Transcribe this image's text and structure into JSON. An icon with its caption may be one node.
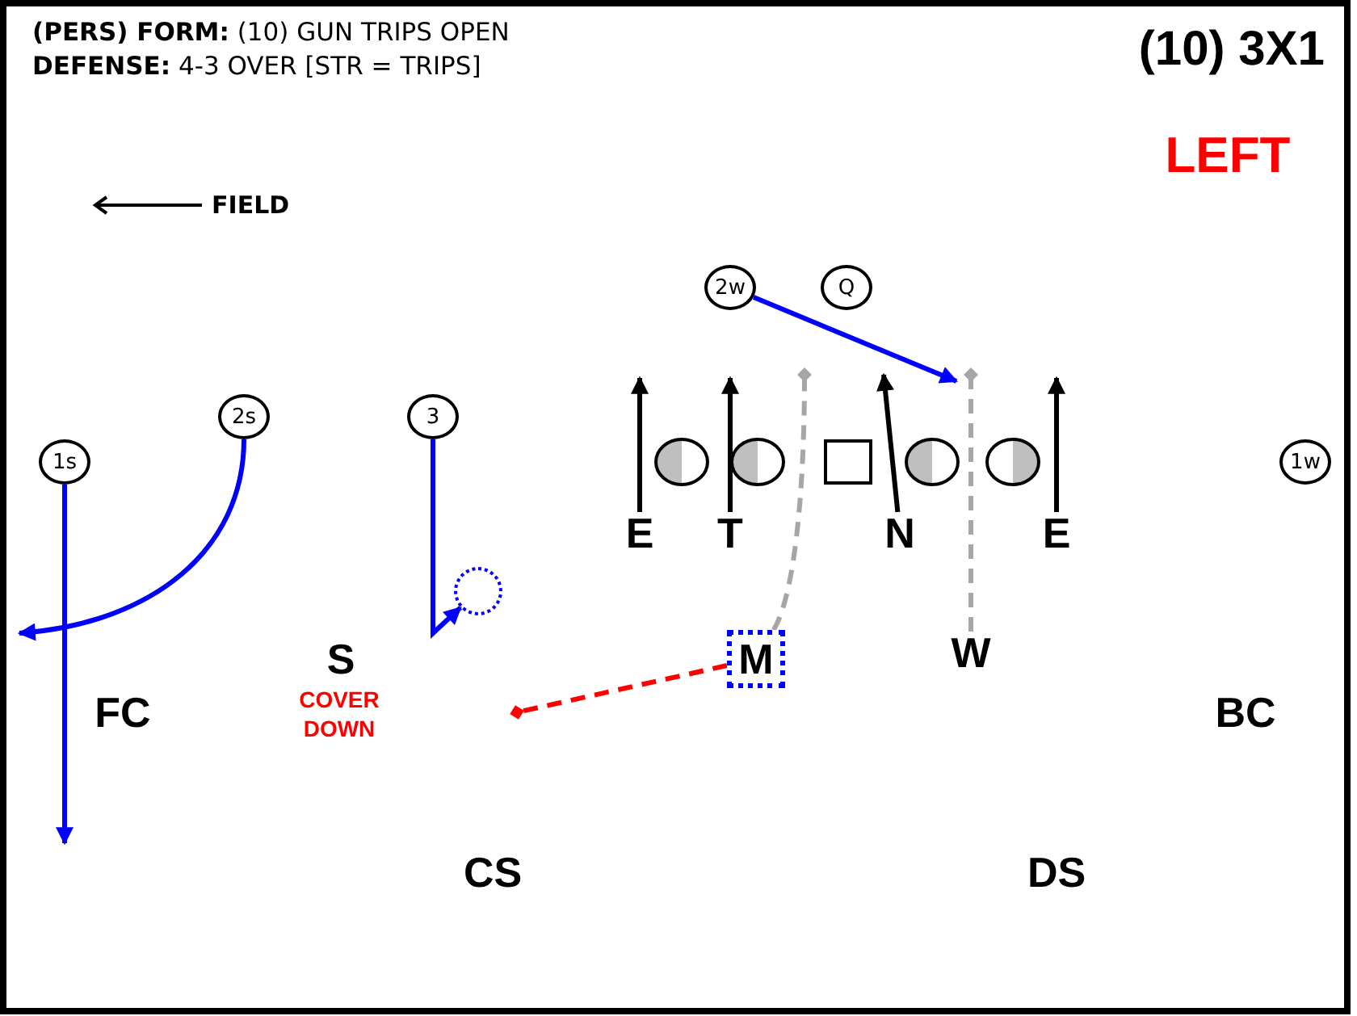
{
  "diagram": {
    "title": "(10) 3X1",
    "nodes": [
      {
        "text": [
          "2w"
        ]
      },
      {
        "text": [
          "Q"
        ]
      },
      {
        "text": [
          "2s"
        ]
      },
      {
        "text": [
          "3"
        ]
      },
      {
        "text": [
          "1s"
        ]
      },
      {
        "text": [],
        "shape": "circle"
      },
      {
        "text": [],
        "shape": "circle"
      },
      {
        "text": [],
        "shape": "box"
      },
      {
        "text": [],
        "shape": "circle"
      },
      {
        "text": [],
        "shape": "circle"
      },
      {
        "text": [
          "1w"
        ]
      },
      {
        "text": [
          "E"
        ]
      },
      {
        "text": [
          "T"
        ]
      },
      {
        "text": [
          "N"
        ]
      },
      {
        "text": [
          "E"
        ]
      },
      {
        "text": [],
        "shape": "circle"
      },
      {
        "text": [
          "M"
        ]
      },
      {
        "text": [
          "W"
        ]
      }
    ],
    "edges": [
      {
        "from": 0,
        "to": null,
        "arrow": "to",
        "color": "#0000ff"
      },
      {
        "from": 2,
        "to": null,
        "arrow": "to",
        "color": "#0000ff"
      },
      {
        "from": 3,
        "to": 15,
        "arrow": "to",
        "color": "#0000ff"
      },
      {
        "from": 4,
        "to": null,
        "arrow": "to",
        "color": "#0000ff"
      },
      {
        "from": 11,
        "to": null,
        "arrow": "to",
        "color": "#000000"
      },
      {
        "from": 12,
        "to": null,
        "arrow": "to",
        "color": "#000000"
      },
      {
        "from": 13,
        "to": null,
        "arrow": "to",
        "color": "#000000"
      },
      {
        "from": 14,
        "to": null,
        "arrow": "to",
        "color": "#000000"
      },
      {
        "from": 16,
        "to": null,
        "arrow": "other",
        "style": "dashed",
        "color": "#a6a6a6"
      },
      {
        "from": 17,
        "to": null,
        "arrow": "other",
        "style": "dashed",
        "color": "#a6a6a6"
      },
      {
        "from": 16,
        "to": null,
        "arrow": "other",
        "style": "dashed",
        "color": "#ff0000"
      }
    ],
    "labels": [
      "**(PERS) FORM:** (10) GUN TRIPS OPEN",
      "**DEFENSE:** 4-3 OVER [STR = TRIPS]",
      "LEFT",
      "FIELD",
      "S",
      "COVER DOWN",
      "FC",
      "BC",
      "CS",
      "DS"
    ]
  }
}
